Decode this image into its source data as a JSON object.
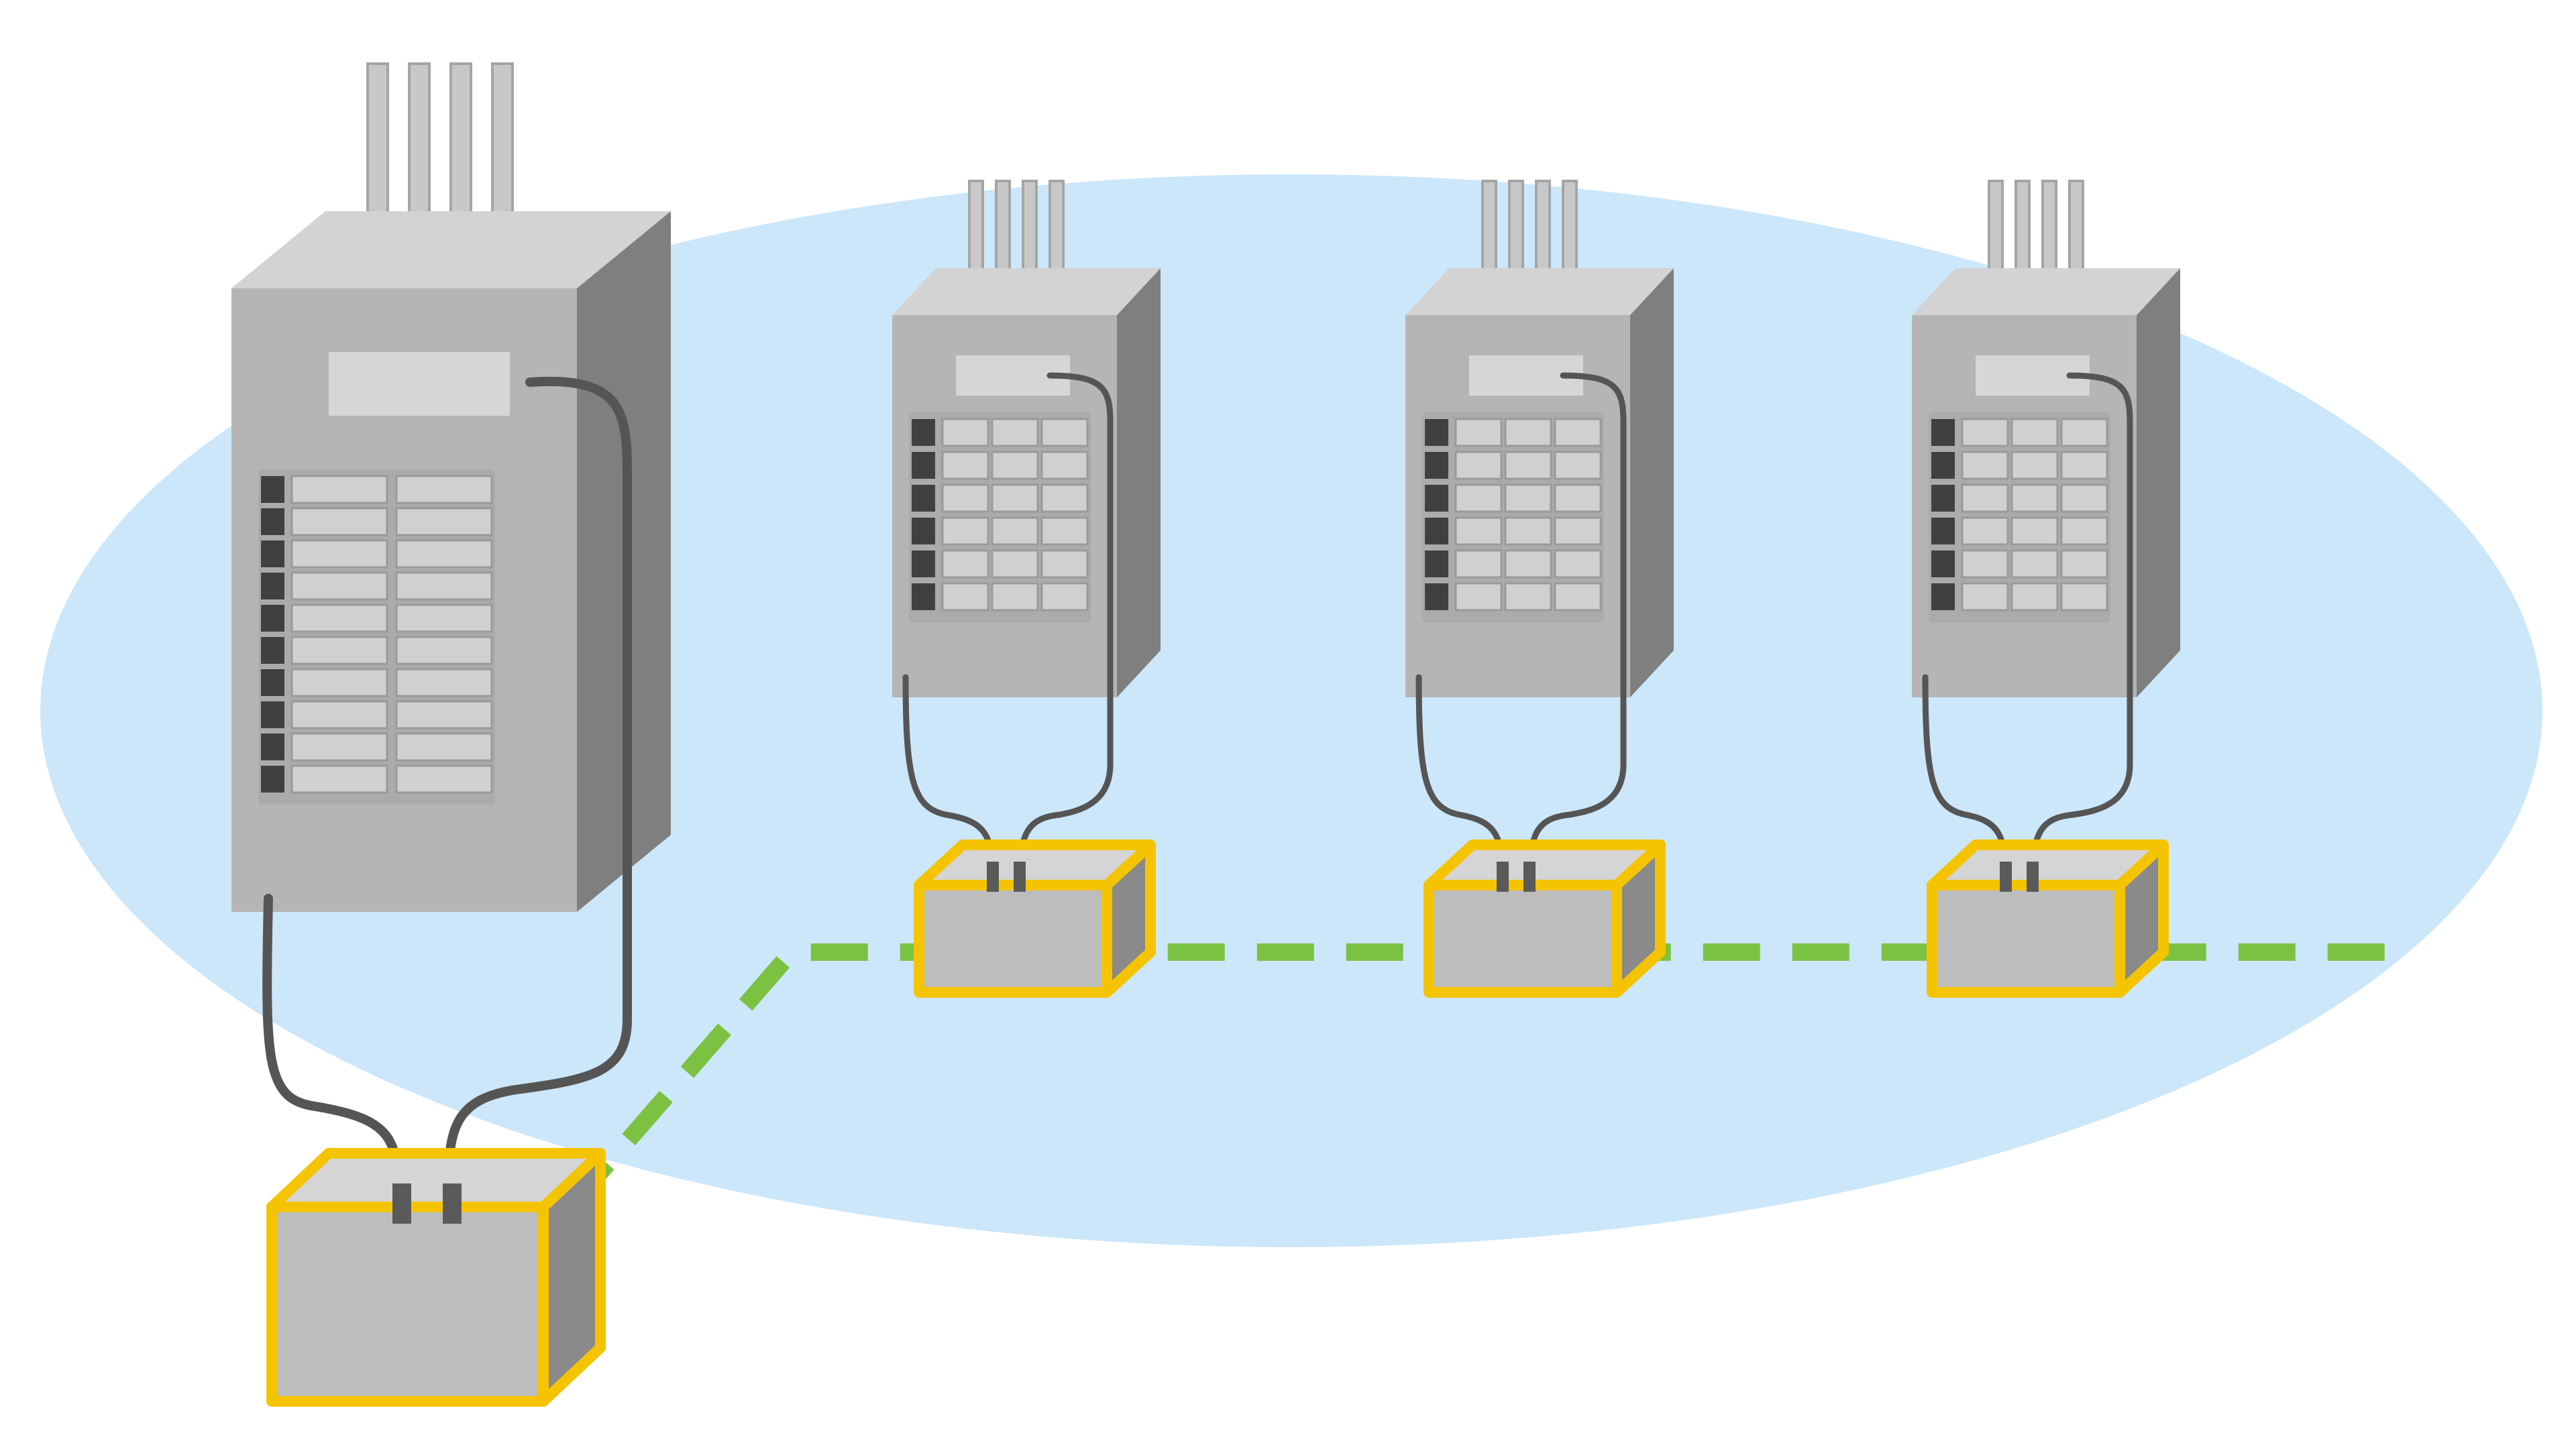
{
  "diagram": {
    "colors": {
      "background": "#ffffff",
      "zone": "#cce7fa",
      "panel_front": "#b5b5b5",
      "panel_top": "#d3d3d3",
      "panel_side": "#7f7f7f",
      "breaker": "#d0d0d0",
      "breaker_outline": "#9a9a9a",
      "switch": "#404040",
      "cable": "#555555",
      "module_outline": "#f5c400",
      "module_front": "#bdbdbd",
      "module_side": "#8a8a8a",
      "link": "#7cc242"
    },
    "zone": {
      "shape": "ellipse"
    },
    "main_panel": {
      "icon": "main-electrical-panel",
      "module": {
        "icon": "monitoring-module"
      }
    },
    "sub_panels": [
      {
        "icon": "sub-electrical-panel",
        "module": {
          "icon": "monitoring-module"
        }
      },
      {
        "icon": "sub-electrical-panel",
        "module": {
          "icon": "monitoring-module"
        }
      },
      {
        "icon": "sub-electrical-panel",
        "module": {
          "icon": "monitoring-module"
        }
      }
    ],
    "link": {
      "style": "dashed",
      "icon": "network-link"
    }
  }
}
